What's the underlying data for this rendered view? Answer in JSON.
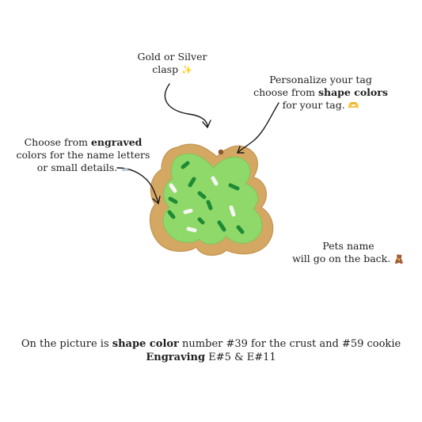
{
  "clasp_note": {
    "line1": "Gold or Silver",
    "line2": "clasp",
    "emoji": "✨"
  },
  "shape_note": {
    "line1": "Personalize your tag",
    "line2_pre": "choose from ",
    "line2_bold": "shape colors",
    "line3": "for your tag.",
    "emoji": "🫶"
  },
  "engraved_note": {
    "line1_pre": "Choose from ",
    "line1_bold": "engraved",
    "line2": "colors for the name letters",
    "line3": "or small details.",
    "emoji": "☁"
  },
  "pets_note": {
    "line1": "Pets name",
    "line2": "will go on the back.",
    "emoji": "🧸"
  },
  "footer": {
    "line1_pre": "On the picture is ",
    "line1_bold": "shape color",
    "line1_post": " number #39 for the crust and #59 cookie",
    "line2_bold": "Engraving",
    "line2_post": " E#5 & E#11"
  },
  "colors": {
    "crust": "#d4a862",
    "cookie": "#8fd96a",
    "sprinkle_green": "#1f8a34",
    "sprinkle_white": "#f6f6f2"
  }
}
